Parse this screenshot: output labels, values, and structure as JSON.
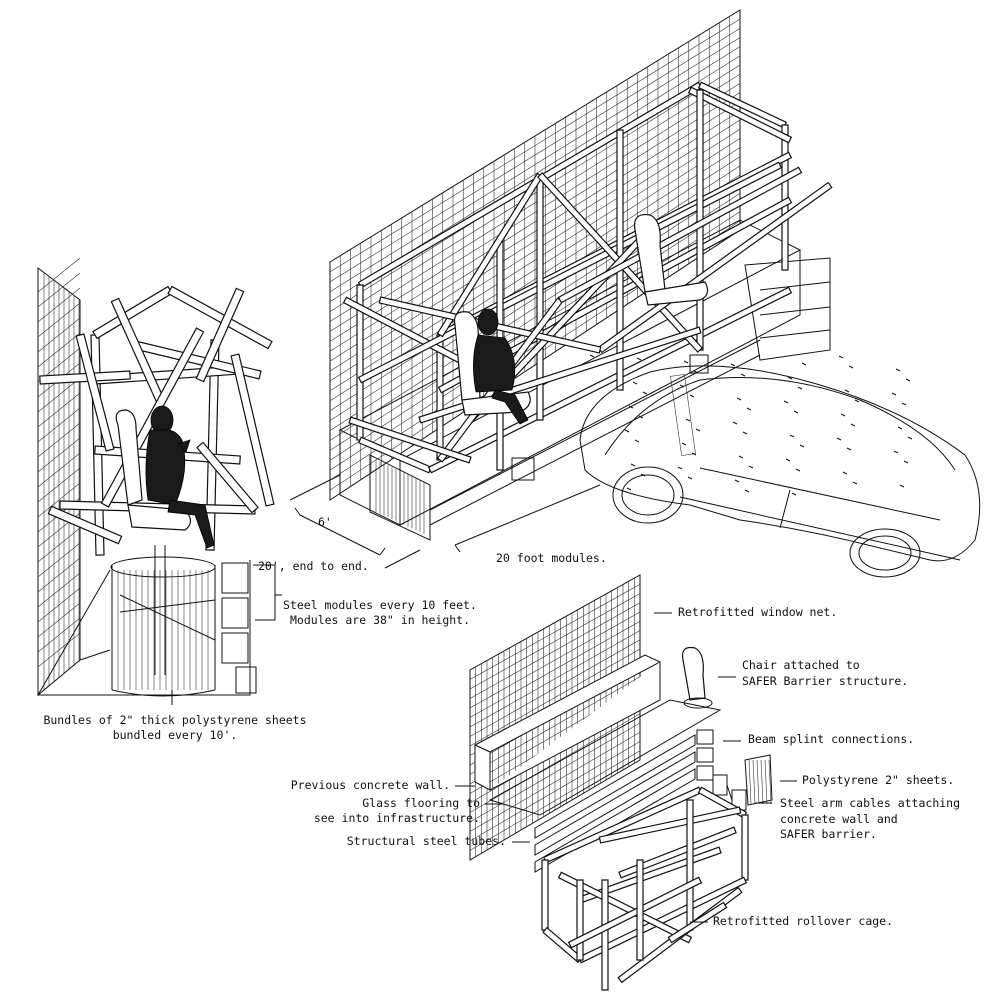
{
  "annotations": {
    "end_to_end": "20', end to end.",
    "six_feet": "6'",
    "modules_20": "20 foot modules.",
    "steel_modules_line1": "Steel modules every 10 feet.",
    "steel_modules_line2": "Modules are 38\" in height.",
    "bundles_line1": "Bundles of 2\" thick polystyrene sheets",
    "bundles_line2": "bundled every 10'."
  },
  "exploded_labels": {
    "window_net": "Retrofitted window net.",
    "chair_line1": "Chair attached to",
    "chair_line2": "SAFER Barrier structure.",
    "beam_splint": "Beam splint connections.",
    "polystyrene": "Polystyrene 2\" sheets.",
    "steel_arm_line1": "Steel arm cables attaching",
    "steel_arm_line2": "concrete wall and",
    "steel_arm_line3": "SAFER barrier.",
    "concrete_wall": "Previous concrete wall.",
    "glass_line1": "Glass flooring to",
    "glass_line2": "see into infrastructure.",
    "steel_tubes": "Structural steel tubes.",
    "rollover_cage": "Retrofitted rollover cage."
  }
}
